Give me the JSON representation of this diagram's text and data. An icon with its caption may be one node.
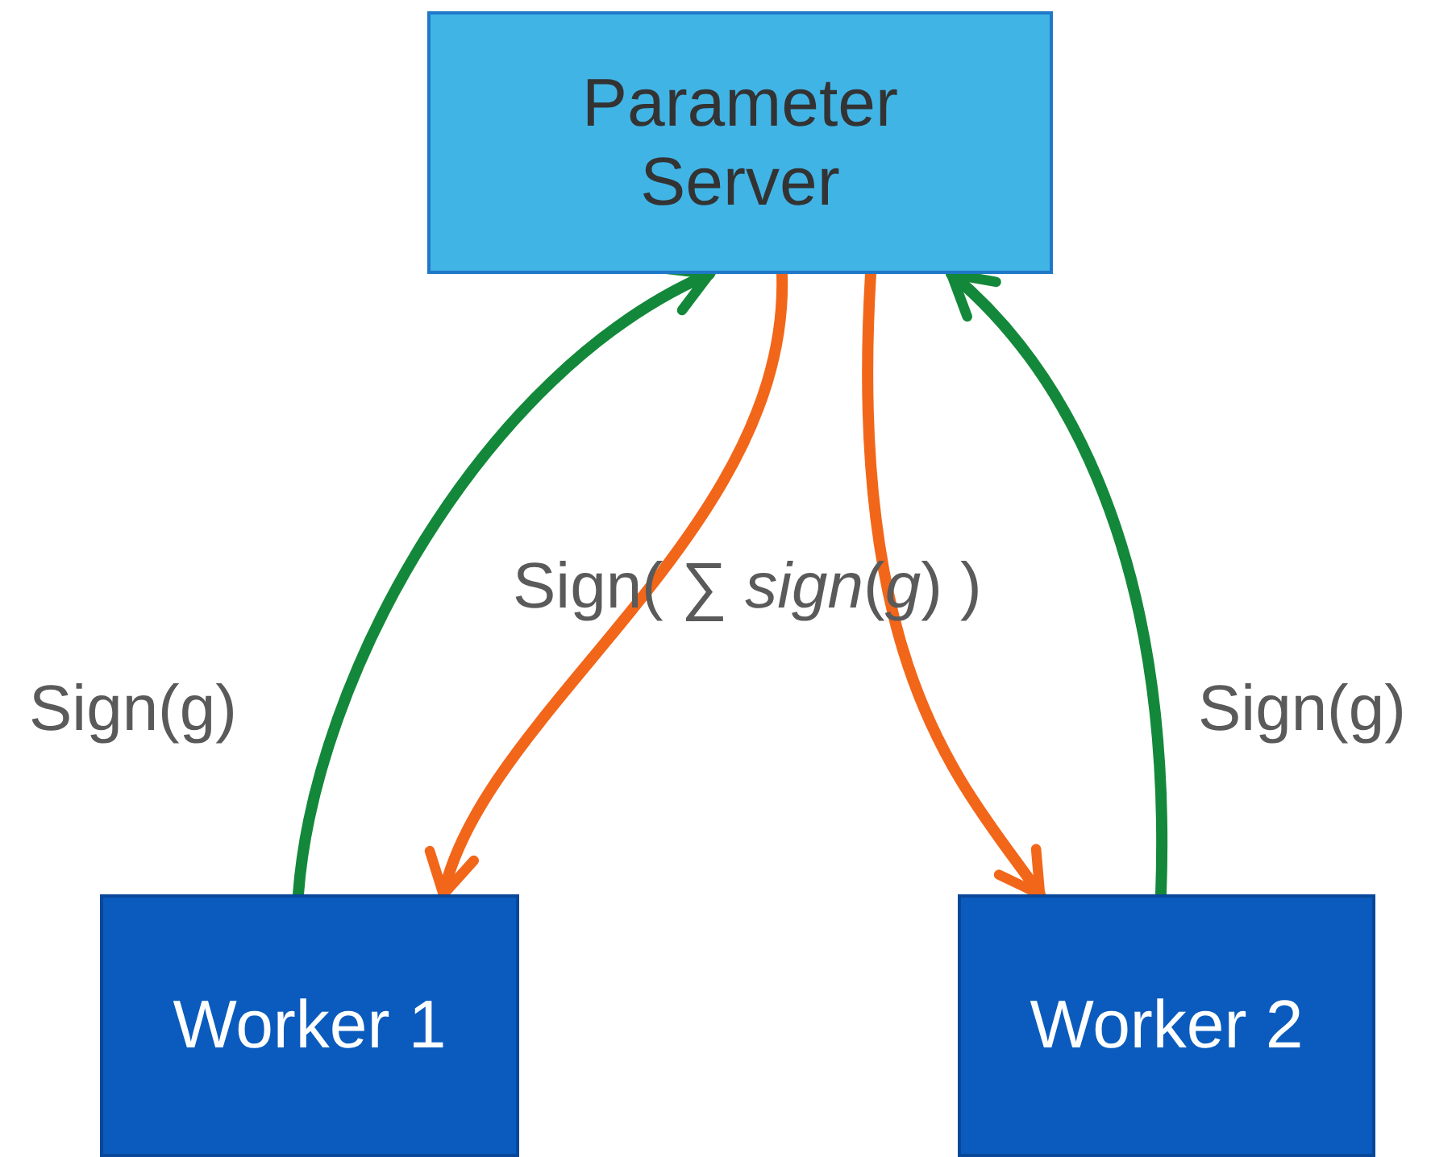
{
  "diagram": {
    "nodes": [
      {
        "text": [
          "Parameter Server"
        ]
      },
      {
        "text": [
          "Worker 1"
        ]
      },
      {
        "text": [
          "Worker 2"
        ]
      }
    ],
    "edges": [
      {
        "from": 1,
        "to": 0,
        "arrow": "to",
        "color": "#13883a"
      },
      {
        "from": 0,
        "to": 1,
        "arrow": "to",
        "color": "#f2661a"
      },
      {
        "from": 0,
        "to": 2,
        "arrow": "to",
        "color": "#f2661a"
      },
      {
        "from": 2,
        "to": 0,
        "arrow": "to",
        "color": "#13883a"
      }
    ],
    "labels": [
      "Sign( ∑ *sign*(*g*) )",
      "Sign(g)",
      "Sign(g)"
    ]
  }
}
